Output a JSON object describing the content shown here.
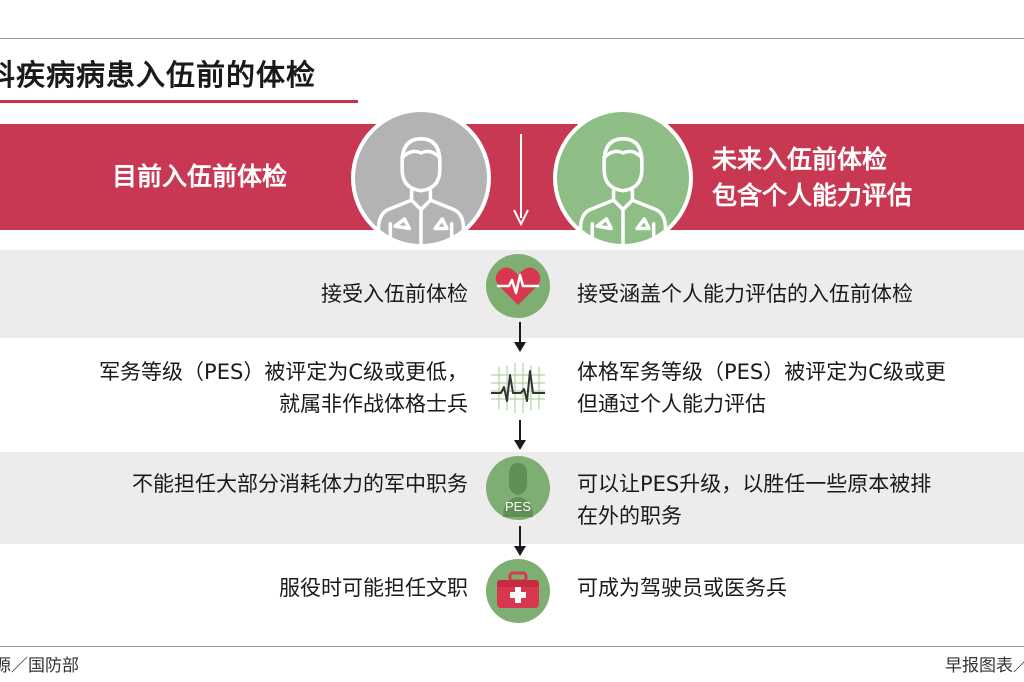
{
  "title": "科疾病病患入伍前的体检",
  "banner": {
    "left_label": "目前入伍前体检",
    "right_label_line1": "未来入伍前体检",
    "right_label_line2": "包含个人能力评估"
  },
  "rows": [
    {
      "left": [
        "接受入伍前体检"
      ],
      "right": [
        "接受涵盖个人能力评估的入伍前体检"
      ],
      "icon": "heart-pulse-icon"
    },
    {
      "left": [
        "军务等级（PES）被评定为C级或更低，",
        "就属非作战体格士兵"
      ],
      "right": [
        "体格军务等级（PES）被评定为C级或更",
        "但通过个人能力评估"
      ],
      "icon": "ecg-chart-icon"
    },
    {
      "left": [
        "不能担任大部分消耗体力的军中职务"
      ],
      "right": [
        "可以让PES升级，以胜任一些原本被排",
        "在外的职务"
      ],
      "icon": "pes-soldier-icon",
      "icon_text": "PES"
    },
    {
      "left": [
        "服役时可能担任文职"
      ],
      "right": [
        "可成为驾驶员或医务兵"
      ],
      "icon": "first-aid-kit-icon"
    }
  ],
  "footer": {
    "source": "源／国防部",
    "credit": "早报图表／"
  },
  "colors": {
    "banner": "#c83853",
    "accent_green": "#7fae72",
    "grey_avatar": "#b3b3b3",
    "green_avatar": "#8ebd86",
    "row_shade": "#ececec"
  }
}
